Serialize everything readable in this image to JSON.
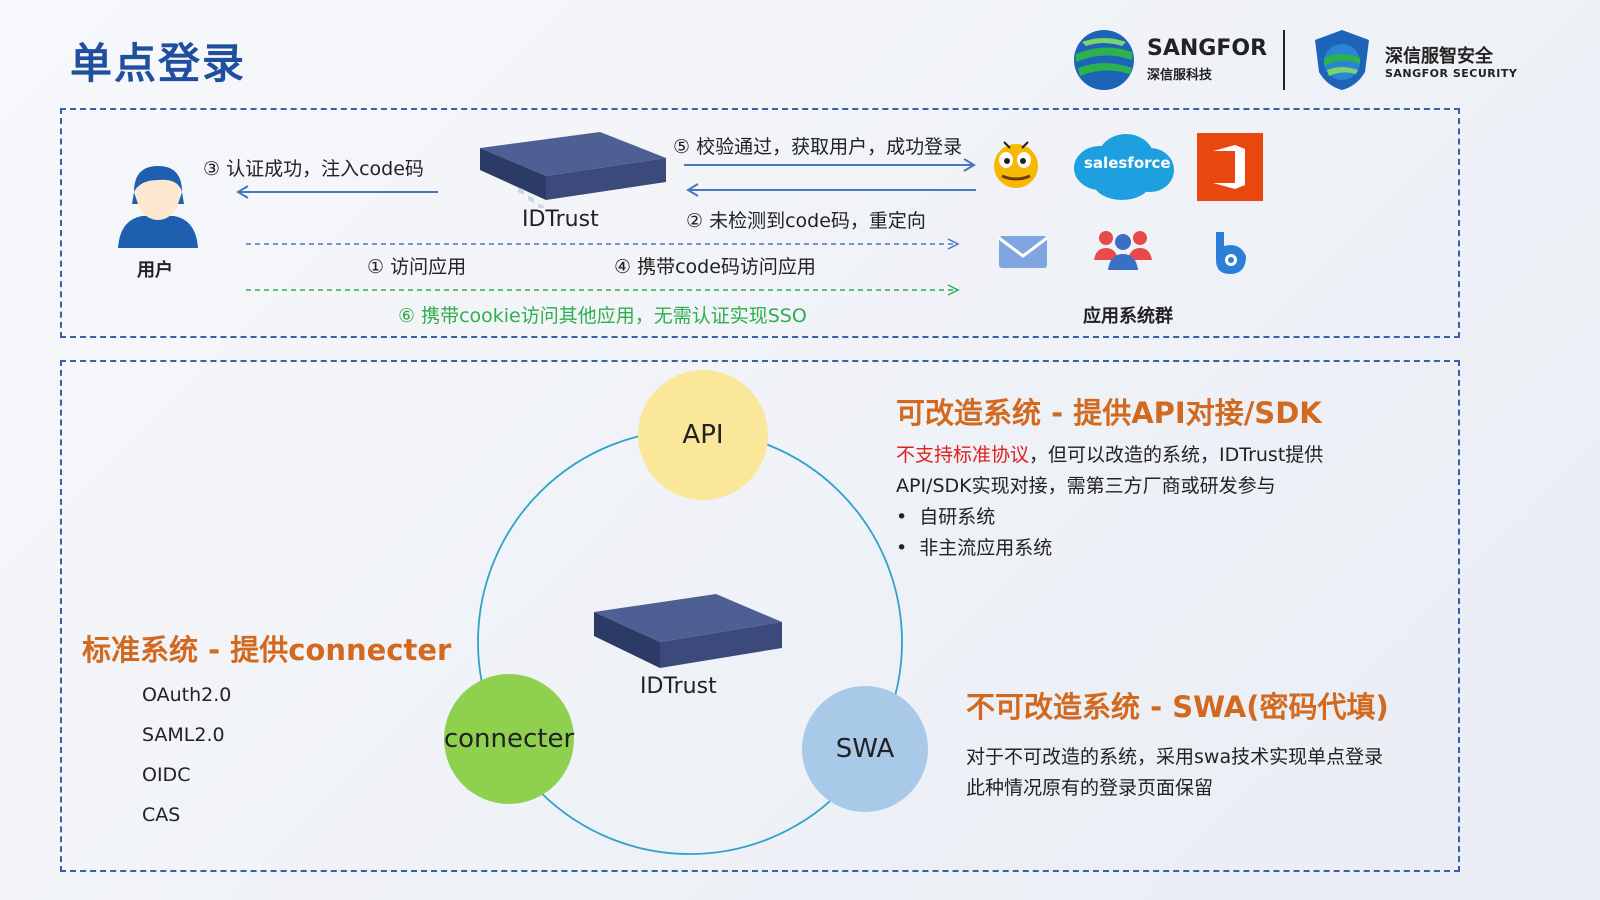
{
  "header": {
    "title": "单点登录",
    "logo_sangfor_name": "SANGFOR",
    "logo_sangfor_cn": "深信服科技",
    "logo_security_cn": "深信服智安全",
    "logo_security_en": "SANGFOR SECURITY"
  },
  "flow": {
    "user_label": "用户",
    "device_label": "IDTrust",
    "app_group_label": "应用系统群",
    "step3": "③ 认证成功，注入code码",
    "step5": "⑤ 校验通过，获取用户，成功登录",
    "step2": "② 未检测到code码，重定向",
    "step1": "① 访问应用",
    "step4": "④ 携带code码访问应用",
    "step6": "⑥ 携带cookie访问其他应用，无需认证实现SSO",
    "salesforce_label": "salesforce"
  },
  "diagram": {
    "center_label": "IDTrust",
    "node_api": "API",
    "node_connecter": "connecter",
    "node_swa": "SWA",
    "api_heading": "可改造系统 - 提供API对接/SDK",
    "api_desc_red": "不支持标准协议",
    "api_desc_rest": "，但可以改造的系统，IDTrust提供",
    "api_desc_line2": "API/SDK实现对接，需第三方厂商或研发参与",
    "api_bullets": [
      "自研系统",
      "非主流应用系统"
    ],
    "std_heading": "标准系统 -  提供connecter",
    "protocols": [
      "OAuth2.0",
      "SAML2.0",
      "OIDC",
      "CAS"
    ],
    "swa_heading": "不可改造系统 - SWA(密码代填)",
    "swa_desc_1": "对于不可改造的系统，采用swa技术实现单点登录",
    "swa_desc_2": "此种情况原有的登录页面保留"
  },
  "colors": {
    "title_blue": "#1f4f9e",
    "orange": "#d2691e",
    "green": "#2fae4f",
    "red": "#e02020",
    "api_yellow": "#fbe79a",
    "connecter_green": "#8fd14f",
    "swa_blue": "#a9c9e8"
  }
}
